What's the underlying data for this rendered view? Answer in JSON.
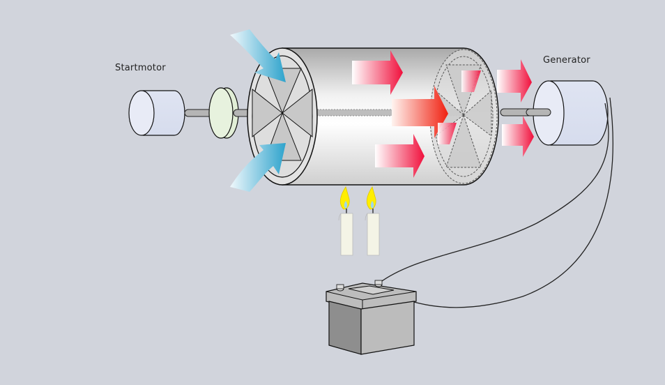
{
  "diagram": {
    "title": "Gas turbine principle with start motor, generator, candles and battery",
    "labels": {
      "startmotor": "Startmotor",
      "generator": "Generator"
    },
    "components": [
      {
        "id": "startmotor",
        "name": "Startmotor"
      },
      {
        "id": "clutch",
        "name": "Coupling disc"
      },
      {
        "id": "compressor",
        "name": "Intake fan / compressor"
      },
      {
        "id": "turbine-drum",
        "name": "Turbine drum"
      },
      {
        "id": "exhaust-turbine",
        "name": "Exhaust turbine wheel"
      },
      {
        "id": "generator",
        "name": "Generator"
      },
      {
        "id": "candles",
        "name": "Candles (heat source)",
        "count": 2
      },
      {
        "id": "battery",
        "name": "Battery"
      }
    ],
    "flows": {
      "intake_arrows": 2,
      "heat_arrows_inside": 3,
      "exhaust_arrows": 2
    },
    "colors": {
      "background": "#d1d4dc",
      "air_flow": "#3aa8d0",
      "heat_flow": "#f0123e",
      "motor_body": "#dce2f0",
      "clutch": "#e3f0d8",
      "flame": "#ffee00",
      "candle": "#f4f4e8",
      "battery": "#a8a8a8"
    }
  }
}
